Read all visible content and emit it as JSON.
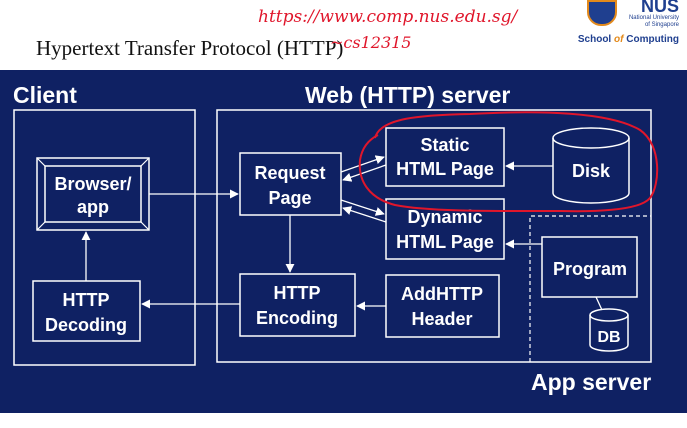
{
  "slide": {
    "title": "Hypertext Transfer Protocol (HTTP)",
    "annotation": {
      "url": "https://www.comp.nus.edu.sg/",
      "username": "~cs12315",
      "color": "#e0162b"
    },
    "logo": {
      "name": "NUS",
      "subtitle_lines": [
        "National University",
        "of Singapore"
      ],
      "school_prefix": "School",
      "school_of": "of",
      "school_suffix": "Computing"
    }
  },
  "colors": {
    "background": "#0f2163",
    "line": "#ffffff",
    "title_text": "#111111"
  },
  "diagram": {
    "client_label": "Client",
    "web_server_label": "Web (HTTP) server",
    "app_server_label": "App server",
    "nodes": {
      "browser": [
        "Browser/",
        "app"
      ],
      "http_decoding": [
        "HTTP",
        "Decoding"
      ],
      "request_page": [
        "Request",
        "Page"
      ],
      "http_encoding": [
        "HTTP",
        "Encoding"
      ],
      "static_html": [
        "Static",
        "HTML Page"
      ],
      "dynamic_html": [
        "Dynamic",
        "HTML Page"
      ],
      "add_http_header": [
        "AddHTTP",
        "Header"
      ],
      "disk": "Disk",
      "program": "Program",
      "db": "DB"
    }
  }
}
